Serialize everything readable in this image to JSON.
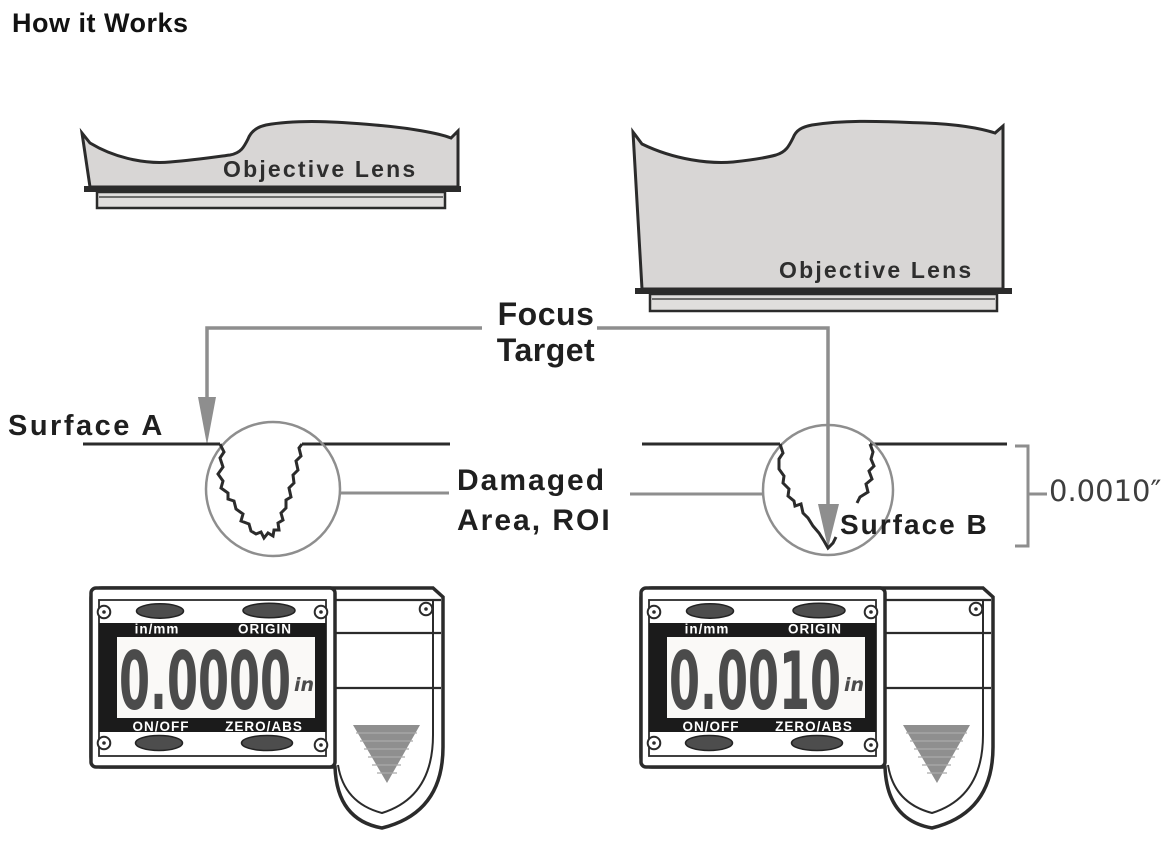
{
  "page": {
    "title": "How it Works"
  },
  "diagram": {
    "lens_left": {
      "label": "Objective Lens"
    },
    "lens_right": {
      "label": "Objective Lens"
    },
    "focus_target": {
      "line1": "Focus",
      "line2": "Target"
    },
    "surface_a": "Surface A",
    "surface_b": "Surface B",
    "damaged_area": {
      "line1": "Damaged",
      "line2": "Area, ROI"
    },
    "depth_value": "0.0010″"
  },
  "indicators": {
    "labels": {
      "unit_toggle": "in/mm",
      "origin": "ORIGIN",
      "power": "ON/OFF",
      "zero": "ZERO/ABS"
    },
    "left": {
      "reading": "0.0000",
      "unit": "in"
    },
    "right": {
      "reading": "0.0010",
      "unit": "in"
    }
  },
  "colors": {
    "outline": "#2b2b2b",
    "diagram_gray": "#8e8e8e",
    "lens_fill": "#d8d6d5",
    "plate_fill": "#e0dedd",
    "bezel": "#1b1b1b",
    "lcd": "#faf9f7",
    "digit": "#4b4b4b",
    "button": "#4d4d4d",
    "slider": "#8f8f8f"
  }
}
